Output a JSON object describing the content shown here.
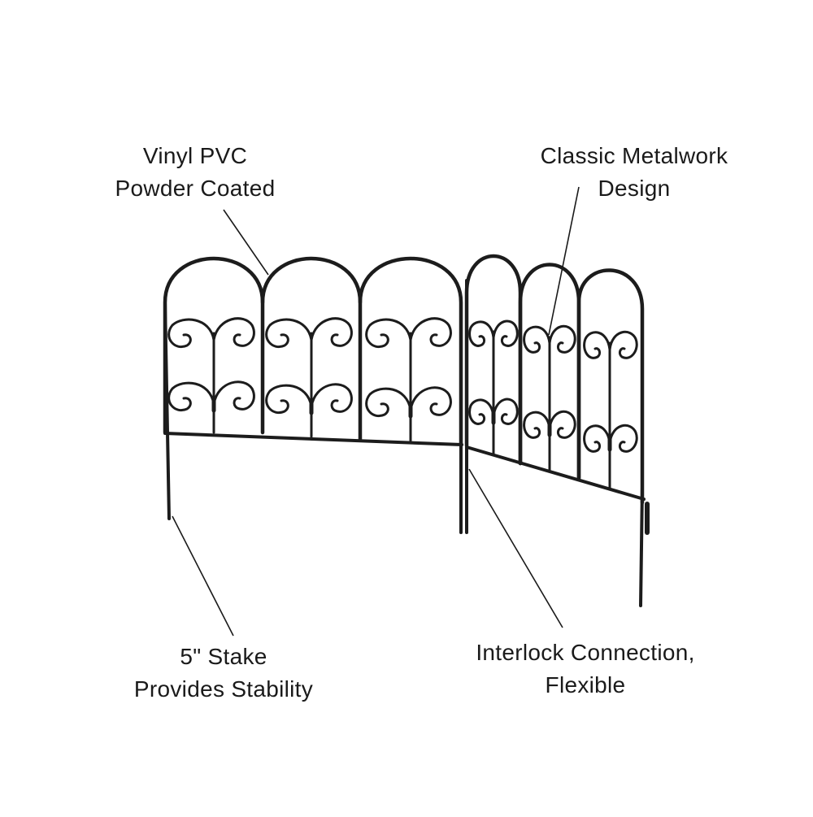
{
  "diagram": {
    "callouts": {
      "vinyl": {
        "line1": "Vinyl PVC",
        "line2": "Powder Coated"
      },
      "metalwork": {
        "line1": "Classic Metalwork",
        "line2": "Design"
      },
      "stake": {
        "line1": "5\" Stake",
        "line2": "Provides Stability"
      },
      "interlock": {
        "line1": "Interlock Connection,",
        "line2": "Flexible"
      }
    },
    "fence": {
      "color": "#1c1c1c",
      "left_panel_arches": 3,
      "right_panel_arches": 3
    }
  }
}
